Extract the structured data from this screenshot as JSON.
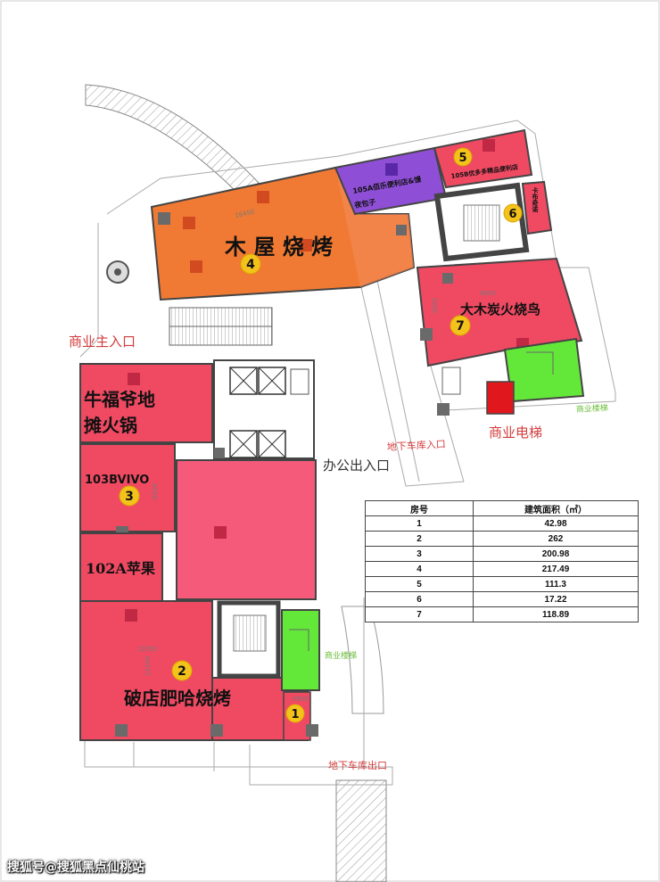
{
  "units": [
    {
      "num": "1",
      "name": "",
      "color": "#f04a63"
    },
    {
      "num": "2",
      "name": "破店肥哈烧烤",
      "color": "#f04a63"
    },
    {
      "num": "3",
      "names": [
        "103BVIVO",
        "102A苹果"
      ],
      "color": "#f04a63"
    },
    {
      "num": "4",
      "name": "木 屋 烧 烤",
      "color": "#f07a33"
    },
    {
      "num": "5",
      "name": "105B优多多精品便利店",
      "color": "#f04a63"
    },
    {
      "num": "6",
      "name": "卡布奇诺",
      "color": "#f04a63"
    },
    {
      "num": "7",
      "name": "大木炭火烧鸟",
      "color": "#f04a63"
    }
  ],
  "other_shops": {
    "niu_fu": [
      "牛福爷地",
      "摊火锅"
    ],
    "shop_105a": [
      "105A佰乐便利店&馒",
      "夜包子"
    ]
  },
  "labels": {
    "commercial_main_entrance": "商业主入口",
    "office_exit_entrance": "办公出入口",
    "basement_garage_entrance": "地下车库入口",
    "basement_garage_exit": "地下车库出口",
    "commercial_elevator": "商业电梯",
    "commercial_stairs_1": "商业楼梯",
    "commercial_stairs_2": "商业楼梯"
  },
  "dimensions": {
    "d1": "16450",
    "d2": "8600",
    "d3": "12050",
    "d4": "12350",
    "d5": "3650",
    "d6": "6000",
    "d7": "5850"
  },
  "area_table": {
    "headers": [
      "房号",
      "建筑面积（㎡）"
    ],
    "rows": [
      [
        "1",
        "42.98"
      ],
      [
        "2",
        "262"
      ],
      [
        "3",
        "200.98"
      ],
      [
        "4",
        "217.49"
      ],
      [
        "5",
        "111.3"
      ],
      [
        "6",
        "17.22"
      ],
      [
        "7",
        "118.89"
      ]
    ]
  },
  "colors": {
    "red_unit": "#f04a63",
    "pink_unit": "#f55a7a",
    "orange_unit": "#f07a33",
    "purple_unit": "#8e4fd6",
    "green_stairs": "#63e83a",
    "pin": "#f4c31b",
    "label_red": "#d43c3c"
  },
  "watermark": "搜狐号@搜狐黑点仙桃站"
}
